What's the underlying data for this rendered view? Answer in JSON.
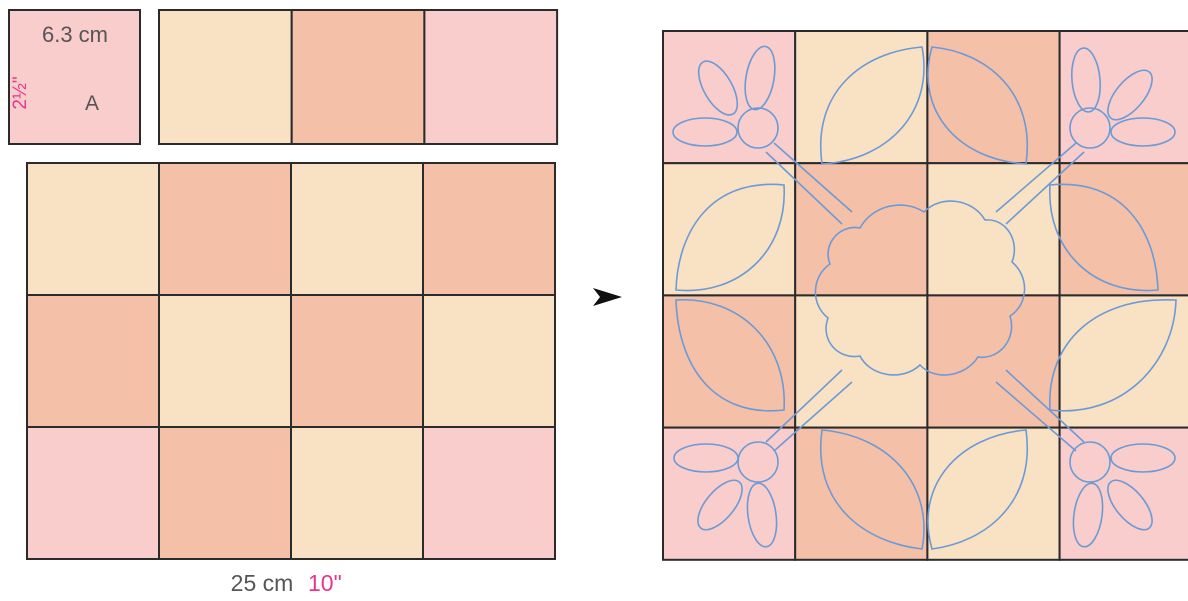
{
  "colors": {
    "pink": "#F8CDCB",
    "cream": "#F9E2C4",
    "peach": "#F5C0A8",
    "grid_line": "#2b2b2b",
    "applique_line": "#6C9AD6",
    "label_text": "#555555",
    "inch_text": "#E8368F"
  },
  "swatch": {
    "cm_label": "6.3 cm",
    "inch_label": "2½\"",
    "letter": "A"
  },
  "top_strip": {
    "cells": [
      "cream",
      "peach",
      "pink"
    ]
  },
  "main_grid": {
    "rows": [
      [
        "cream",
        "peach",
        "cream",
        "peach"
      ],
      [
        "peach",
        "cream",
        "peach",
        "cream"
      ],
      [
        "pink",
        "peach",
        "cream",
        "pink"
      ]
    ],
    "width_cm_label": "25 cm",
    "width_inch_label": "10\""
  },
  "arrow": {
    "icon": "arrow-right-icon"
  },
  "result_block": {
    "rows": [
      [
        "pink",
        "cream",
        "peach",
        "pink"
      ],
      [
        "cream",
        "peach",
        "cream",
        "peach"
      ],
      [
        "peach",
        "cream",
        "peach",
        "cream"
      ],
      [
        "pink",
        "peach",
        "cream",
        "pink"
      ]
    ]
  }
}
